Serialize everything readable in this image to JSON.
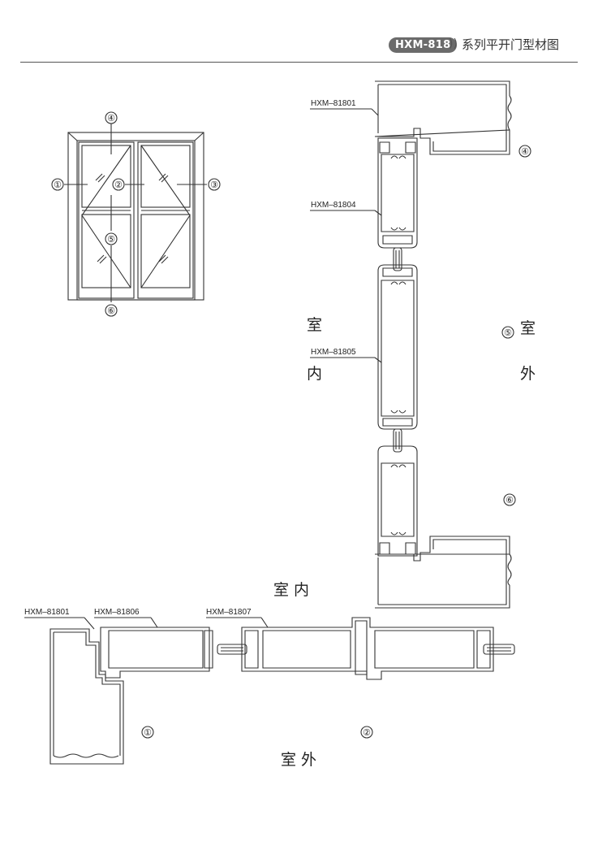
{
  "header": {
    "badge": "HXM-818",
    "arrow": "))",
    "title": "系列平开门型材图"
  },
  "callouts": {
    "c1": "①",
    "c2": "②",
    "c3": "③",
    "c4": "④",
    "c5": "⑤",
    "c6": "⑥"
  },
  "profiles": {
    "p81801": "HXM–81801",
    "p81804": "HXM–81804",
    "p81805": "HXM–81805",
    "p81806": "HXM–81806",
    "p81807": "HXM–81807"
  },
  "labels": {
    "indoor_top": "室",
    "indoor_bottom": "内",
    "outdoor_top": "室",
    "outdoor_bottom": "外",
    "indoor_horizontal": "室 内",
    "outdoor_horizontal": "室 外"
  }
}
